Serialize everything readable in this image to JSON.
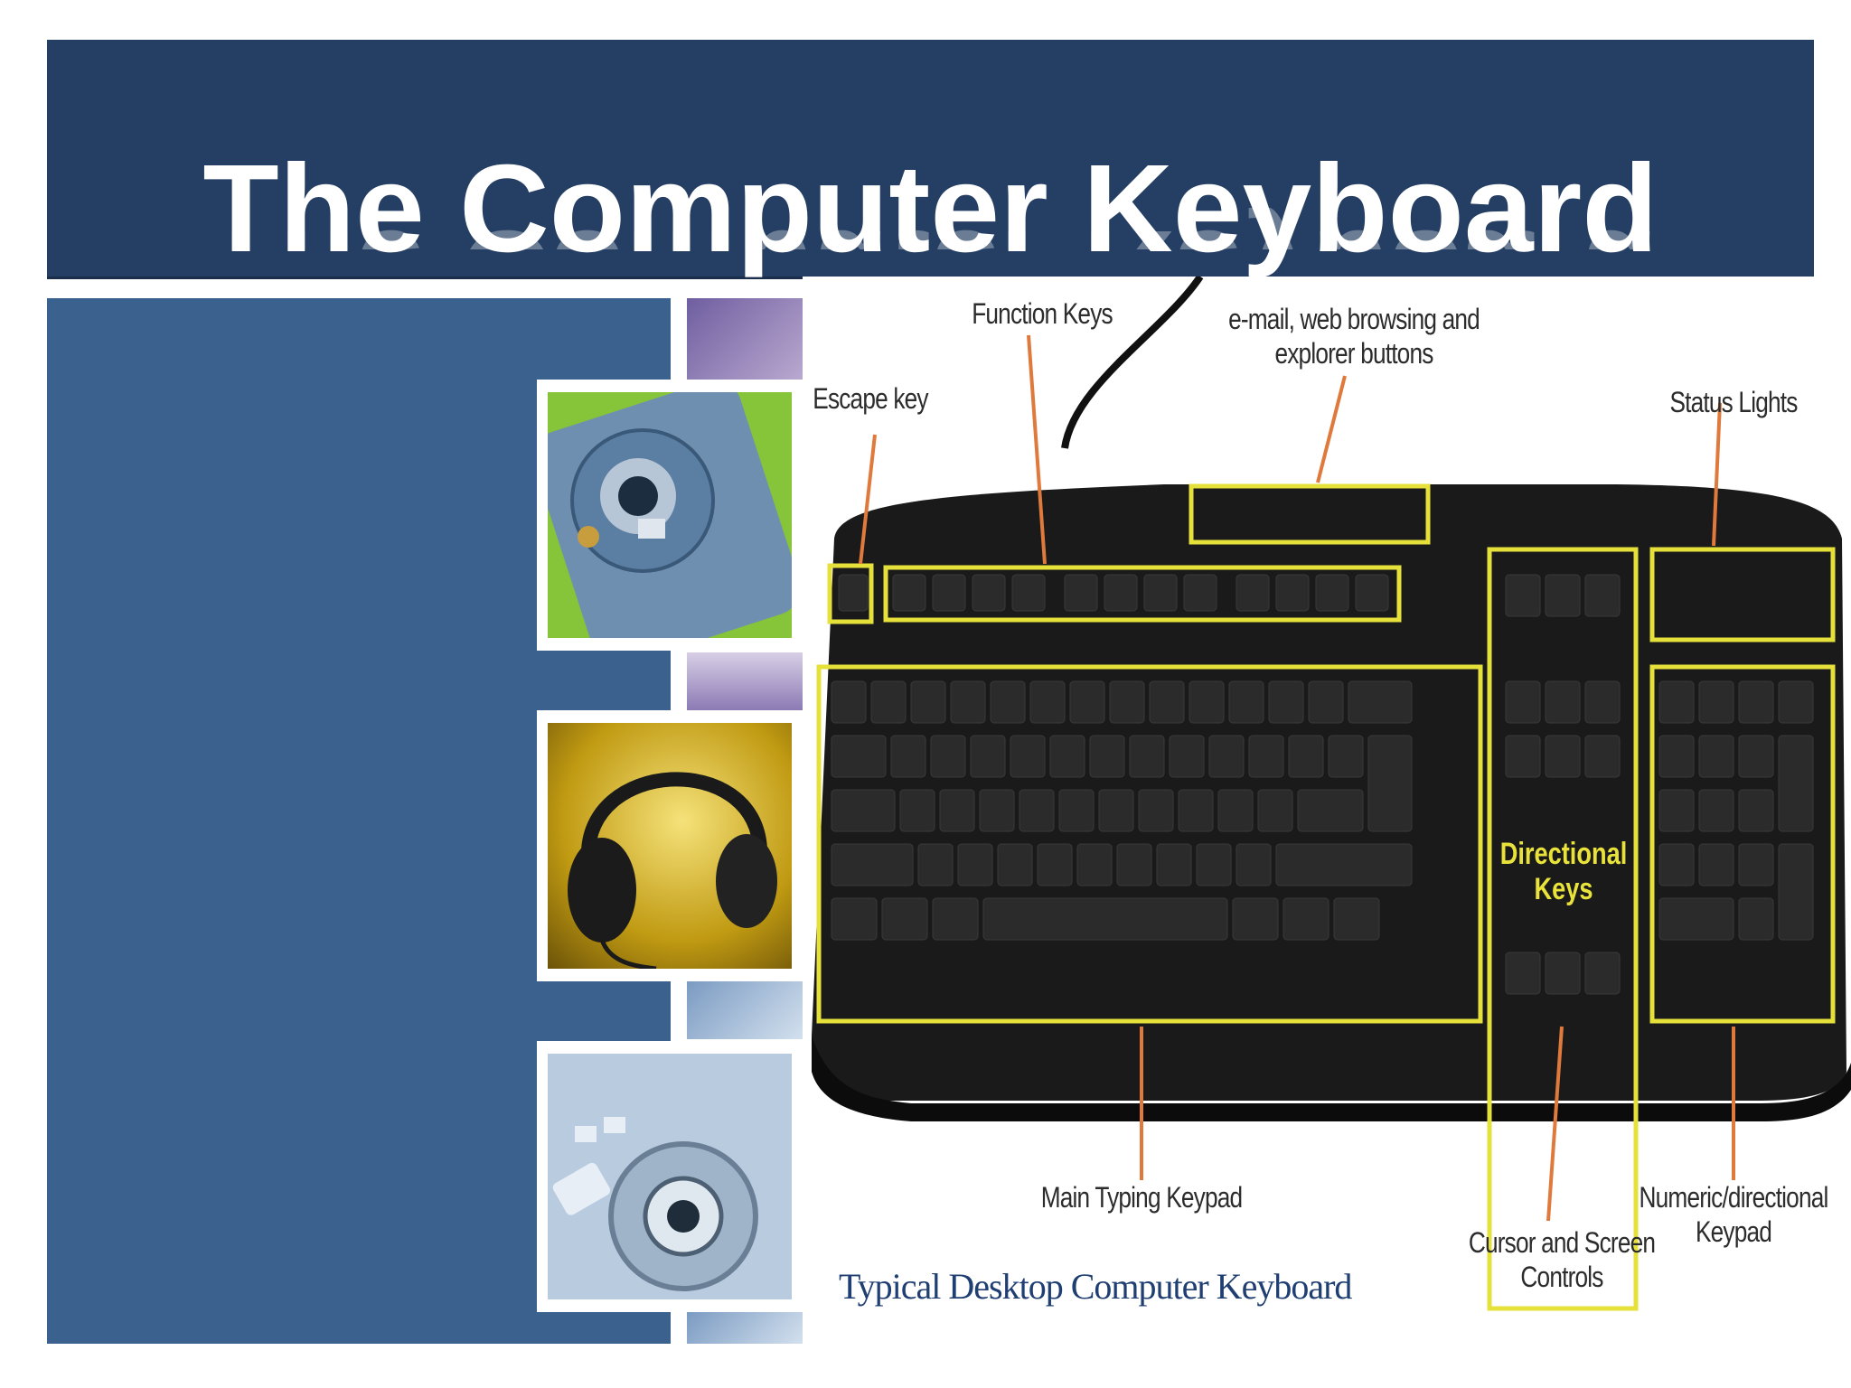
{
  "title": "The Computer Keyboard",
  "keyboard": {
    "labels": {
      "function_keys": "Function Keys",
      "email_web": "e-mail, web browsing and\nexplorer buttons",
      "escape_key": "Escape key",
      "status_lights": "Status Lights",
      "directional_keys": "Directional\nKeys",
      "main_typing": "Main Typing Keypad",
      "cursor_controls": "Cursor and Screen\nControls",
      "numeric_keypad": "Numeric/directional\nKeypad",
      "caption": "Typical Desktop Computer Keyboard"
    },
    "colors": {
      "outline": "#e6e13a",
      "pointer": "#e07a3c",
      "body": "#1a1a1a"
    }
  },
  "photos": [
    "camera-phone-photo",
    "headphones-photo",
    "media-player-photo"
  ],
  "colors": {
    "title_bg": "#253e63",
    "panel_bg": "#3b618f"
  }
}
